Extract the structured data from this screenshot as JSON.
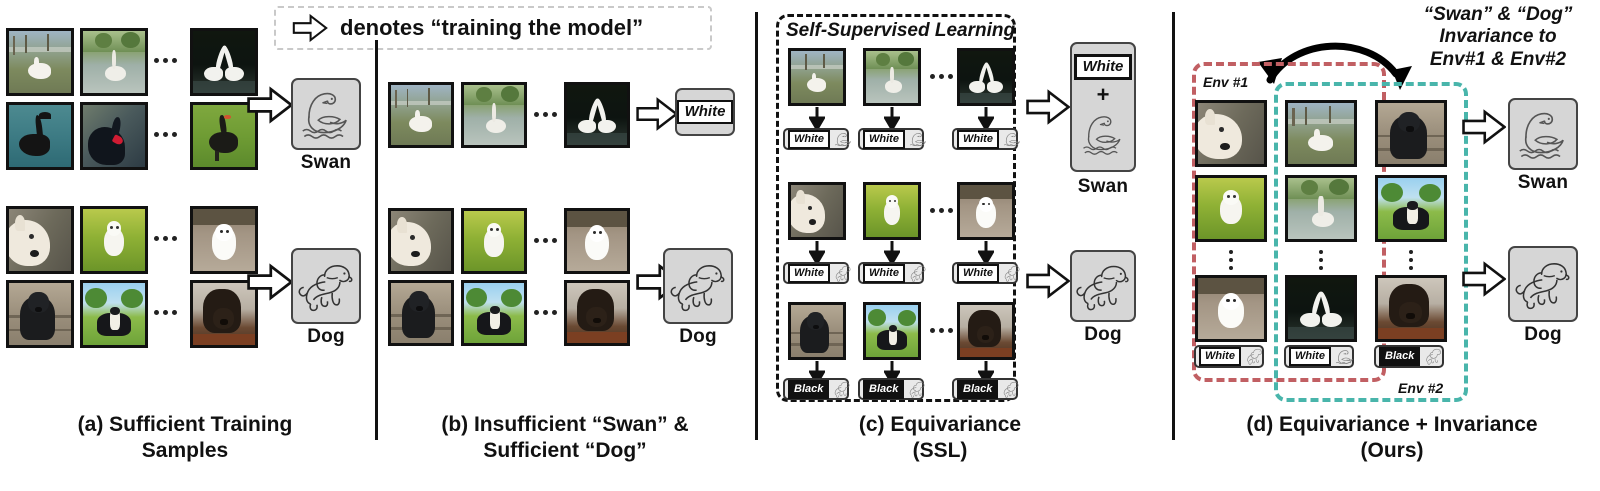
{
  "figure": {
    "legend": {
      "arrow_icon": "block-arrow-right-icon",
      "text": "denotes “training the model”"
    },
    "panels": [
      {
        "id": "a",
        "caption": "(a) Sufficient Training\nSamples",
        "groups": [
          {
            "name": "swan-group",
            "rows": [
              {
                "images": [
                  "white-swan-on-grass",
                  "white-swan-in-river",
                  "two-white-swans-heart"
                ],
                "ellipsis": true
              },
              {
                "images": [
                  "black-swan-on-water",
                  "black-swan-red-beak",
                  "black-swan-on-grass"
                ],
                "ellipsis": true
              }
            ],
            "output": {
              "icon": "swan-sketch-icon",
              "label": "Swan"
            }
          },
          {
            "name": "dog-group",
            "rows": [
              {
                "images": [
                  "white-shepherd-dog",
                  "white-poodle-on-grass",
                  "white-maltese-on-path"
                ],
                "ellipsis": true
              },
              {
                "images": [
                  "black-labrador-on-deck",
                  "bernese-mountain-dog",
                  "dark-brown-labrador"
                ],
                "ellipsis": true
              }
            ],
            "output": {
              "icon": "dog-sketch-icon",
              "label": "Dog"
            }
          }
        ]
      },
      {
        "id": "b",
        "caption": "(b) Insufficient “Swan”  &\nSufficient “Dog”",
        "groups": [
          {
            "name": "swan-group",
            "rows": [
              {
                "images": [
                  "white-swan-on-grass",
                  "white-swan-in-river",
                  "two-white-swans-heart"
                ],
                "ellipsis": true
              }
            ],
            "output": {
              "icon": "attribute-chip",
              "label": "White"
            }
          },
          {
            "name": "dog-group",
            "rows": [
              {
                "images": [
                  "white-shepherd-dog",
                  "white-poodle-on-grass",
                  "white-maltese-on-path"
                ],
                "ellipsis": true
              },
              {
                "images": [
                  "black-labrador-on-deck",
                  "bernese-mountain-dog",
                  "dark-brown-labrador"
                ],
                "ellipsis": true
              }
            ],
            "output": {
              "icon": "dog-sketch-icon",
              "label": "Dog"
            }
          }
        ]
      },
      {
        "id": "c",
        "caption": "(c) Equivariance\n(SSL)",
        "box_title": "Self-Supervised Learning",
        "rows": [
          {
            "name": "swan-row",
            "images": [
              "white-swan-on-grass",
              "white-swan-in-river",
              "two-white-swans-heart"
            ],
            "chips": [
              {
                "text": "White",
                "icon": "swan-mini-icon",
                "inverted": false
              },
              {
                "text": "White",
                "icon": "swan-mini-icon",
                "inverted": false
              },
              {
                "text": "White",
                "icon": "swan-mini-icon",
                "inverted": false
              }
            ],
            "ellipsis": true
          },
          {
            "name": "white-dog-row",
            "images": [
              "white-shepherd-dog",
              "white-poodle-on-grass",
              "white-maltese-on-path"
            ],
            "chips": [
              {
                "text": "White",
                "icon": "dog-mini-icon",
                "inverted": false
              },
              {
                "text": "White",
                "icon": "dog-mini-icon",
                "inverted": false
              },
              {
                "text": "White",
                "icon": "dog-mini-icon",
                "inverted": false
              }
            ],
            "ellipsis": true
          },
          {
            "name": "black-dog-row",
            "images": [
              "black-labrador-on-deck",
              "bernese-mountain-dog",
              "dark-brown-labrador"
            ],
            "chips": [
              {
                "text": "Black",
                "icon": "dog-mini-icon",
                "inverted": true
              },
              {
                "text": "Black",
                "icon": "dog-mini-icon",
                "inverted": true
              },
              {
                "text": "Black",
                "icon": "dog-mini-icon",
                "inverted": true
              }
            ],
            "ellipsis": true
          }
        ],
        "outputs": [
          {
            "chip_text": "White",
            "plus": "+",
            "icon": "swan-sketch-icon",
            "label": "Swan"
          },
          {
            "icon": "dog-sketch-icon",
            "label": "Dog"
          }
        ]
      },
      {
        "id": "d",
        "caption": "(d) Equivariance + Invariance\n(Ours)",
        "annotation": "“Swan” & “Dog”\nInvariance to\nEnv#1 & Env#2",
        "env_labels": {
          "env1": "Env #1",
          "env2": "Env #2"
        },
        "env_colors": {
          "env1": "#c15f63",
          "env2": "#49b5ab"
        },
        "columns": [
          {
            "name": "column-1",
            "images": [
              "white-shepherd-dog",
              "white-poodle-on-grass",
              "white-maltese-on-path"
            ],
            "chip": {
              "text": "White",
              "icon": "dog-mini-icon",
              "inverted": false
            }
          },
          {
            "name": "column-2",
            "images": [
              "white-swan-on-grass",
              "white-swan-in-river",
              "two-white-swans-heart"
            ],
            "chip": {
              "text": "White",
              "icon": "swan-mini-icon",
              "inverted": false
            }
          },
          {
            "name": "column-3",
            "images": [
              "black-labrador-on-deck",
              "bernese-mountain-dog",
              "dark-brown-labrador"
            ],
            "chip": {
              "text": "Black",
              "icon": "dog-mini-icon",
              "inverted": true
            }
          }
        ],
        "outputs": [
          {
            "icon": "swan-sketch-icon",
            "label": "Swan"
          },
          {
            "icon": "dog-sketch-icon",
            "label": "Dog"
          }
        ]
      }
    ]
  }
}
